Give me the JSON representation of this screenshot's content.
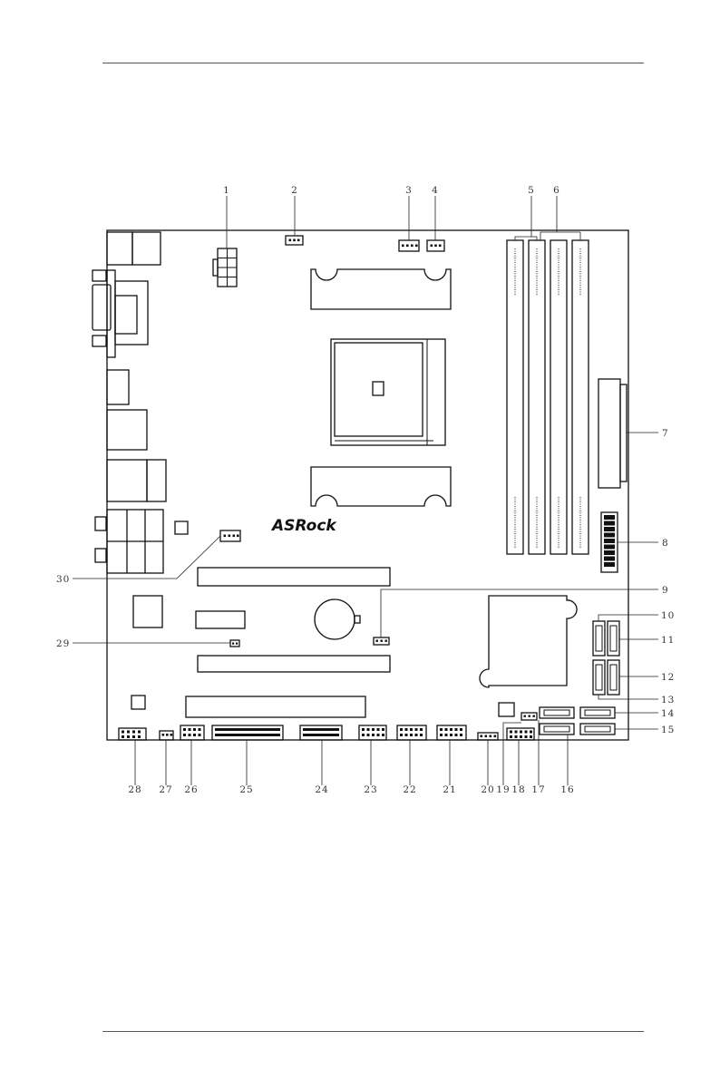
{
  "brand_logo": "ASRock",
  "callouts": {
    "c1": "1",
    "c2": "2",
    "c3": "3",
    "c4": "4",
    "c5": "5",
    "c6": "6",
    "c7": "7",
    "c8": "8",
    "c9": "9",
    "c10": "10",
    "c11": "11",
    "c12": "12",
    "c13": "13",
    "c14": "14",
    "c15": "15",
    "c16": "16",
    "c17": "17",
    "c18": "18",
    "c19": "19",
    "c20": "20",
    "c21": "21",
    "c22": "22",
    "c23": "23",
    "c24": "24",
    "c25": "25",
    "c26": "26",
    "c27": "27",
    "c28": "28",
    "c29": "29",
    "c30": "30"
  }
}
